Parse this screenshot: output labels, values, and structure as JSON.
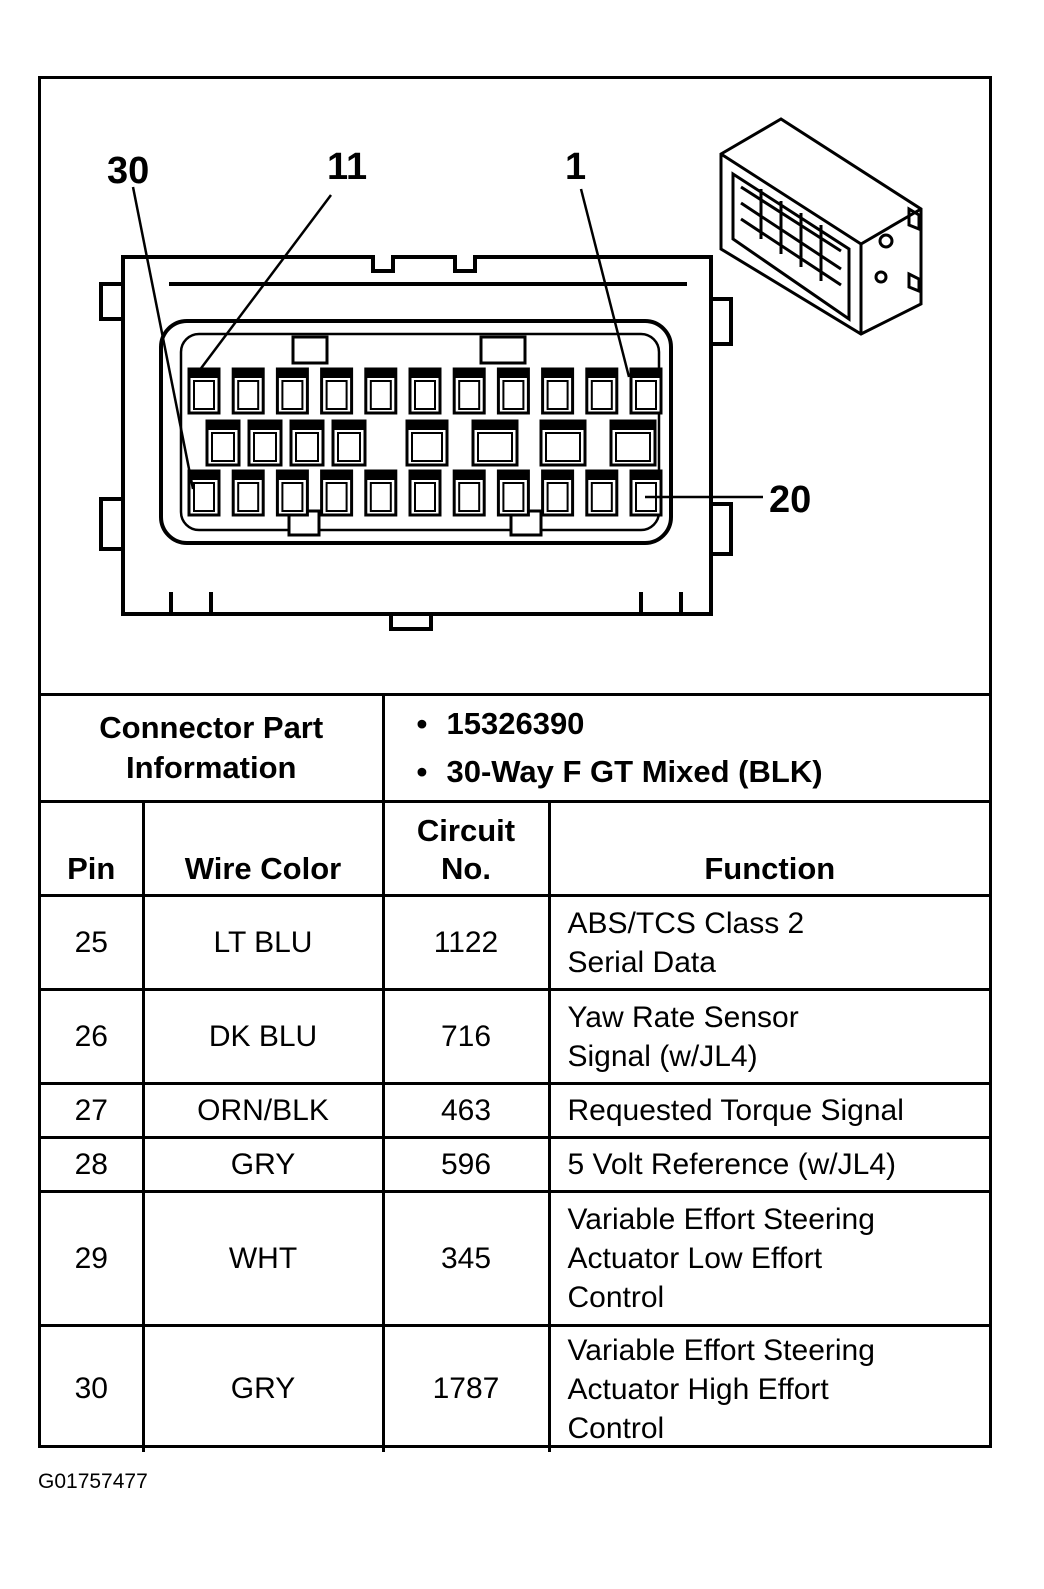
{
  "diagram": {
    "callouts": [
      "30",
      "11",
      "1",
      "20"
    ]
  },
  "connector_info": {
    "label": "Connector Part Information",
    "part_number": "15326390",
    "description": "30-Way F GT Mixed (BLK)"
  },
  "table": {
    "headers": {
      "pin": "Pin",
      "wire_color": "Wire Color",
      "circuit_line1": "Circuit",
      "circuit_line2": "No.",
      "function": "Function"
    },
    "rows": [
      {
        "pin": "25",
        "wire": "LT BLU",
        "circuit": "1122",
        "function": [
          "ABS/TCS Class 2",
          "Serial Data"
        ]
      },
      {
        "pin": "26",
        "wire": "DK BLU",
        "circuit": "716",
        "function": [
          "Yaw Rate Sensor",
          "Signal (w/JL4)"
        ]
      },
      {
        "pin": "27",
        "wire": "ORN/BLK",
        "circuit": "463",
        "function": [
          "Requested Torque Signal"
        ]
      },
      {
        "pin": "28",
        "wire": "GRY",
        "circuit": "596",
        "function": [
          "5 Volt Reference (w/JL4)"
        ]
      },
      {
        "pin": "29",
        "wire": "WHT",
        "circuit": "345",
        "function": [
          "Variable Effort Steering",
          "Actuator Low Effort",
          "Control"
        ]
      },
      {
        "pin": "30",
        "wire": "GRY",
        "circuit": "1787",
        "function": [
          "Variable Effort Steering",
          "Actuator High Effort",
          "Control"
        ]
      }
    ]
  },
  "footer": {
    "figure_id": "G01757477"
  }
}
